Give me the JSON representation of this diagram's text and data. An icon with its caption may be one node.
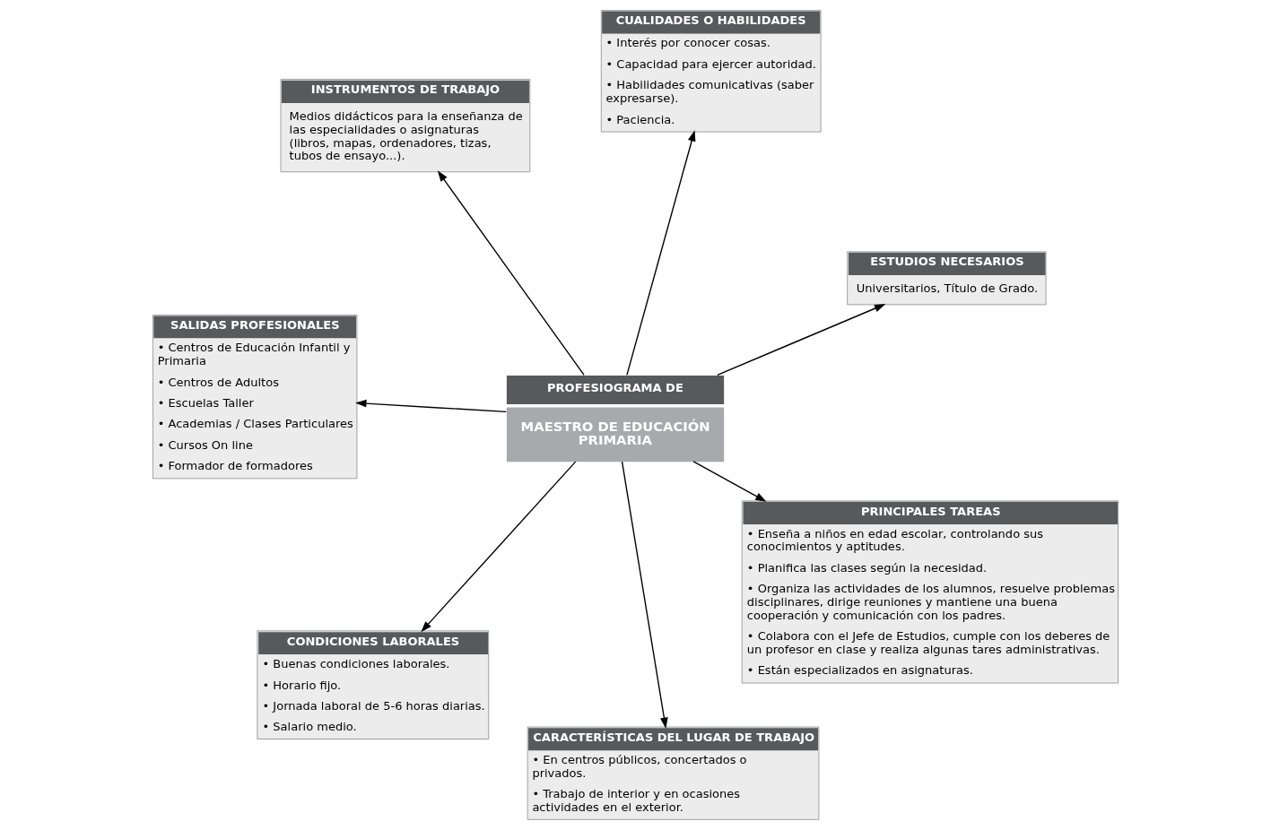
{
  "diagram": {
    "nodes": [
      {
        "text": [
          "SALIDAS PROFESIONALES",
          "• Centros de Educación Infantil y Primaria",
          "• Centros de Adultos",
          "• Escuelas Taller",
          "• Academias / Clases Particulares",
          "• Cursos On line",
          "• Formador de formadores"
        ]
      },
      {
        "text": [
          "ESTUDIOS NECESARIOS",
          "Universitarios, Título de Grado."
        ]
      },
      {
        "text": [
          "CARACTERÍSTICAS DEL LUGAR DE TRABAJO",
          "• En centros públicos, concertados o privados.",
          "• Trabajo de interior y en ocasiones actividades en el exterior."
        ]
      },
      {
        "text": [
          "CUALIDADES O HABILIDADES",
          "• Interés por conocer cosas.",
          "• Capacidad para ejercer autoridad.",
          "• Habilidades comunicativas (saber expresarse).",
          "• Paciencia."
        ]
      },
      {
        "text": [
          "PROFESIOGRAMA DE",
          "MAESTRO DE EDUCACIÓN PRIMARIA"
        ]
      },
      {
        "text": [
          "INSTRUMENTOS DE TRABAJO",
          "Medios didácticos para la enseñanza de las especialidades o asignaturas (libros, mapas, ordenadores, tizas, tubos de ensayo...)."
        ]
      },
      {
        "text": [
          "CONDICIONES LABORALES",
          "• Buenas condiciones laborales.",
          "• Horario fijo.",
          "• Jornada laboral de 5-6 horas diarias.",
          "• Salario medio."
        ]
      },
      {
        "text": [
          "PRINCIPALES TAREAS",
          "• Enseña a niños en edad escolar, controlando sus conocimientos y aptitudes.",
          "• Planifica las clases según la necesidad.",
          "• Organiza las actividades de los alumnos, resuelve problemas disciplinares, dirige reuniones y mantiene una buena cooperación y comunicación con los padres.",
          "• Colabora con el Jefe de Estudios, cumple con los deberes de un profesor en clase y realiza algunas tares administrativas.",
          "• Están especializados en asignaturas."
        ]
      }
    ],
    "edges": [
      {
        "from": 4,
        "to": 0,
        "arrow": "to"
      },
      {
        "from": 4,
        "to": 1,
        "arrow": "to"
      },
      {
        "from": 4,
        "to": 2,
        "arrow": "to"
      },
      {
        "from": 4,
        "to": 3,
        "arrow": "to"
      },
      {
        "from": 4,
        "to": 5,
        "arrow": "to"
      },
      {
        "from": 4,
        "to": 7,
        "arrow": "to"
      },
      {
        "from": 4,
        "to": 6,
        "arrow": "to"
      }
    ]
  }
}
